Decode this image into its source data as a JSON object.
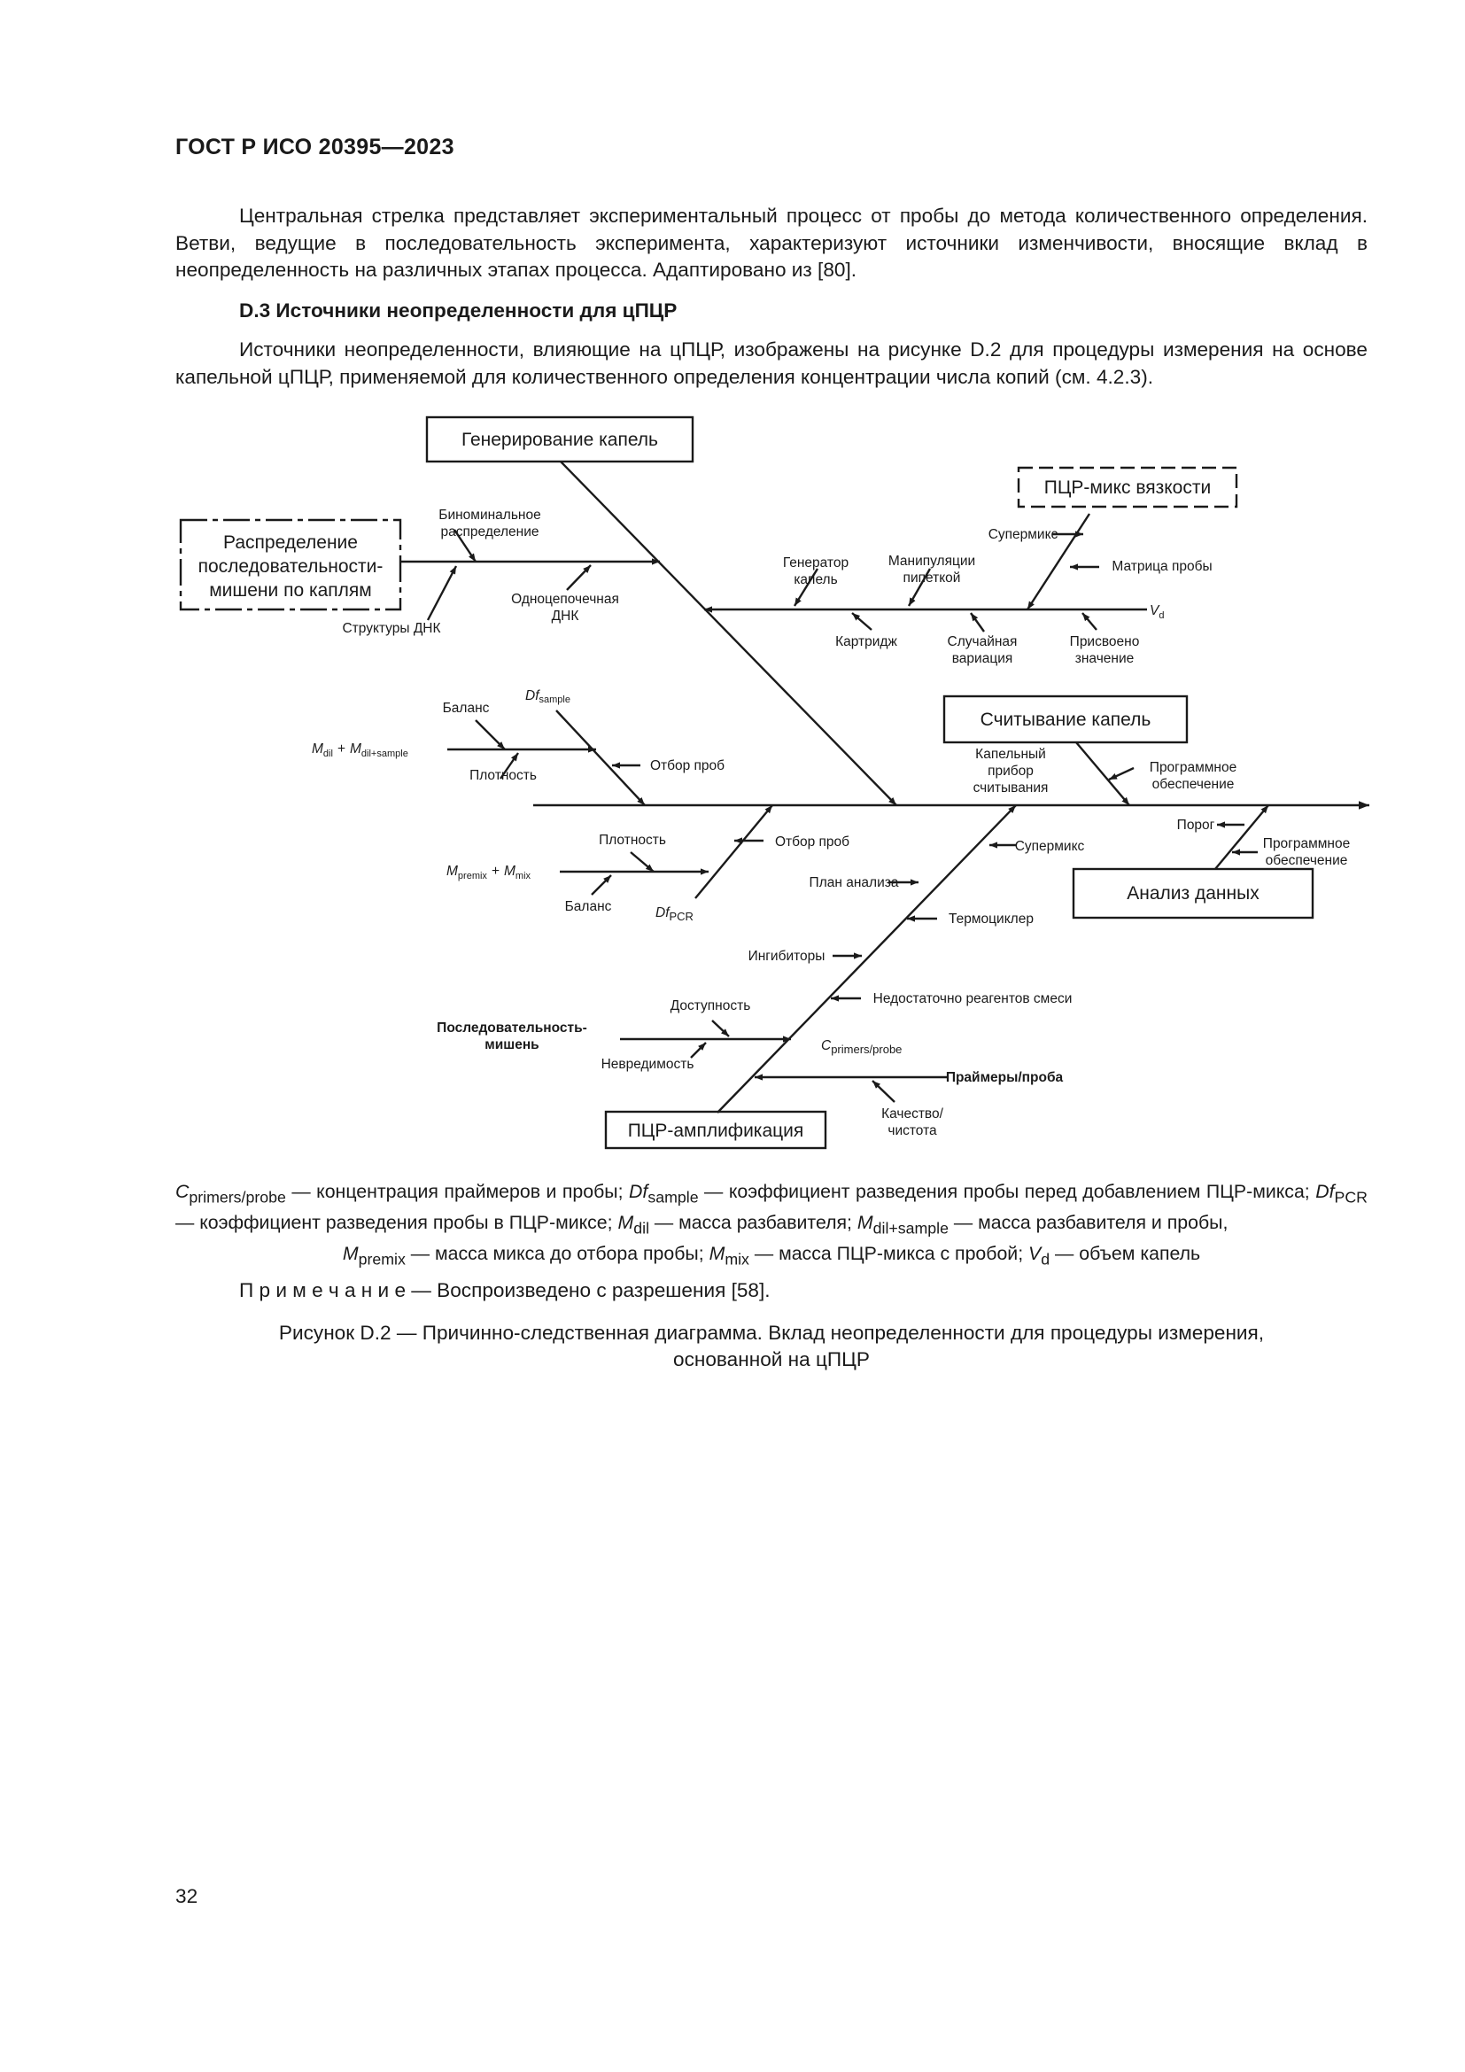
{
  "header": "ГОСТ Р ИСО 20395—2023",
  "para1": "Центральная стрелка представляет экспериментальный процесс от пробы до метода количественного определения. Ветви, ведущие в последовательность эксперимента, характеризуют источники изменчивости, вносящие вклад в неопределенность на различных этапах процесса. Адаптировано из [80].",
  "section_title": "D.3  Источники неопределенности для цПЦР",
  "para2": "Источники неопределенности, влияющие на цПЦР, изображены на рисунке D.2 для процедуры измерения на основе капельной цПЦР, применяемой для количественного определения концентрации числа копий (см. 4.2.3).",
  "diagram": {
    "boxes": {
      "droplet_generation": "Генерирование капель",
      "viscosity": "ПЦР-микс вязкости",
      "target_dist_1": "Распределение",
      "target_dist_2": "последовательности-",
      "target_dist_3": "мишени по каплям",
      "droplet_reading": "Считывание капель",
      "data_analysis": "Анализ данных",
      "pcr_amp": "ПЦР-амплификация"
    },
    "labels": {
      "binomial_1": "Биноминальное",
      "binomial_2": "распределение",
      "ss_dna_1": "Одноцепочечная",
      "ss_dna_2": "ДНК",
      "dna_struct": "Структуры ДНК",
      "supermix_top": "Супермикс",
      "sample_matrix": "Матрица пробы",
      "gen_1": "Генератор",
      "gen_2": "капель",
      "pip_1": "Манипуляции",
      "pip_2": "пипеткой",
      "vd_v": "V",
      "vd_sub": "d",
      "cartridge": "Картридж",
      "rand_1": "Случайная",
      "rand_2": "вариация",
      "assigned_1": "Присвоено",
      "assigned_2": "значение",
      "balance_top": "Баланс",
      "df_sample_main": "Df",
      "df_sample_sub": "sample",
      "m_dil": "dil",
      "m_dilsample": "dil+sample",
      "m_letter": "M",
      "plus": "+",
      "density_top": "Плотность",
      "sampling_top": "Отбор проб",
      "reader_1": "Капельный",
      "reader_2": "прибор",
      "reader_3": "считывания",
      "software_1": "Программное",
      "software_2": "обеспечение",
      "threshold": "Порог",
      "density_mid": "Плотность",
      "sampling_mid": "Отбор проб",
      "supermix_mid": "Супермикс",
      "m_premix": "premix",
      "m_mix": "mix",
      "plan": "План анализа",
      "balance_mid": "Баланс",
      "df_pcr_main": "Df",
      "df_pcr_sub": "PCR",
      "thermocycler": "Термоциклер",
      "inhibitors": "Ингибиторы",
      "insufficient": "Недостаточно реагентов смеси",
      "availability": "Доступность",
      "target_seq_1": "Последовательность-",
      "target_seq_2": "мишень",
      "integrity": "Невредимость",
      "c_main": "C",
      "c_sub": "primers/probe",
      "primers": "Праймеры/проба",
      "quality_1": "Качество/",
      "quality_2": "чистота"
    }
  },
  "legend": {
    "c": "C",
    "c_sub": "primers/probe",
    "t1": " — концентрация праймеров и пробы; ",
    "df": "Df",
    "df_sample_sub": "sample",
    "t2": " — коэффициент разведения пробы перед добавлением ПЦР-микса; ",
    "df_pcr_sub": "PCR",
    "t3": " — коэффициент разведения пробы в ПЦР-миксе; ",
    "m": "M",
    "m_dil_sub": "dil",
    "t4": " — масса разбавителя; ",
    "m_dilsample_sub": "dil+sample",
    "t5": " — масса разбавителя и пробы,",
    "m_premix_sub": "premix",
    "t6": " — масса микса до отбора пробы; ",
    "m_mix_sub": "mix",
    "t7": " — масса ПЦР-микса с пробой; ",
    "v": "V",
    "v_sub": "d",
    "t8": " — объем капель"
  },
  "note": "П р и м е ч а н и е — Воспроизведено с разрешения [58].",
  "caption_1": "Рисунок D.2 — Причинно-следственная диаграмма. Вклад неопределенности для процедуры измерения,",
  "caption_2": "основанной на цПЦР",
  "page_number": "32"
}
